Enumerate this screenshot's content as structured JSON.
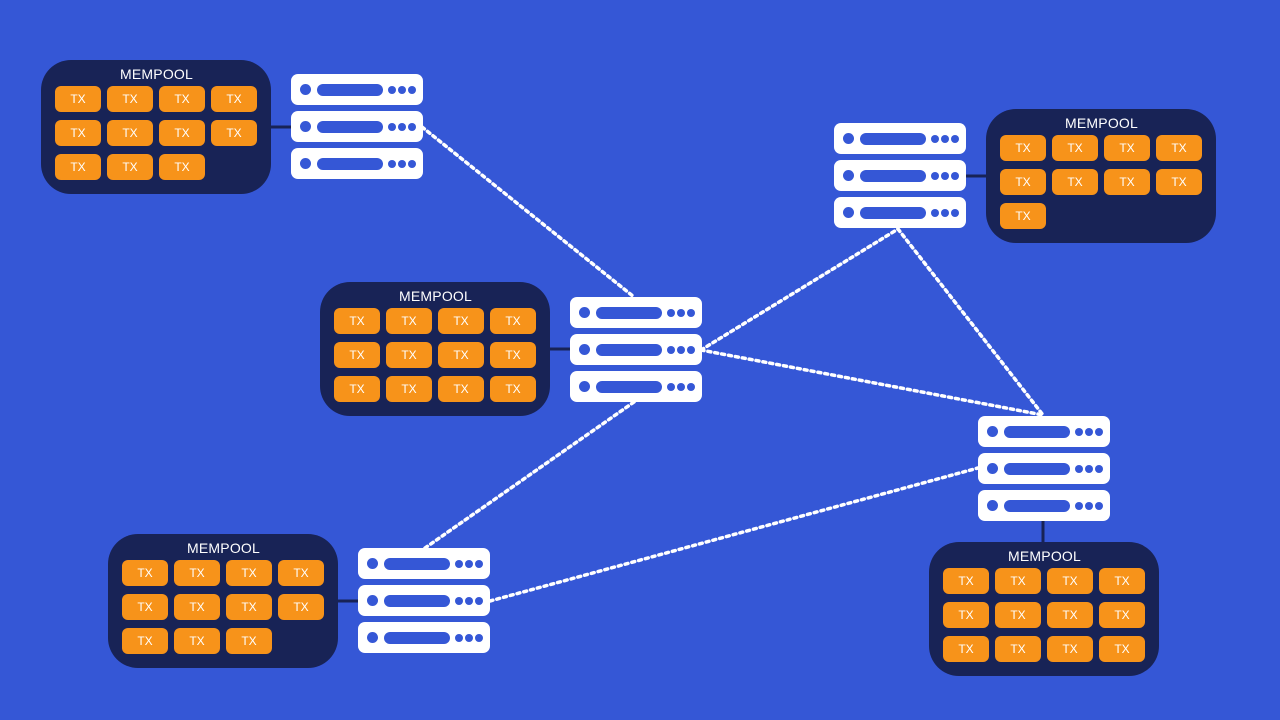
{
  "colors": {
    "background": "#3557D6",
    "mempool_fill": "#182356",
    "tx_fill": "#F7931A",
    "server_fill": "#FFFFFF",
    "link": "#FFFFFF"
  },
  "nodes": [
    {
      "id": "node-1",
      "mempool": {
        "title": "MEMPOOL",
        "transactions": [
          "TX",
          "TX",
          "TX",
          "TX",
          "TX",
          "TX",
          "TX",
          "TX",
          "TX",
          "TX",
          "TX"
        ]
      }
    },
    {
      "id": "node-2",
      "mempool": {
        "title": "MEMPOOL",
        "transactions": [
          "TX",
          "TX",
          "TX",
          "TX",
          "TX",
          "TX",
          "TX",
          "TX",
          "TX",
          "TX",
          "TX",
          "TX"
        ]
      }
    },
    {
      "id": "node-3",
      "mempool": {
        "title": "MEMPOOL",
        "transactions": [
          "TX",
          "TX",
          "TX",
          "TX",
          "TX",
          "TX",
          "TX",
          "TX",
          "TX",
          "TX",
          "TX"
        ]
      }
    },
    {
      "id": "node-4",
      "mempool": {
        "title": "MEMPOOL",
        "transactions": [
          "TX",
          "TX",
          "TX",
          "TX",
          "TX",
          "TX",
          "TX",
          "TX",
          "TX"
        ]
      }
    },
    {
      "id": "node-5",
      "mempool": {
        "title": "MEMPOOL",
        "transactions": [
          "TX",
          "TX",
          "TX",
          "TX",
          "TX",
          "TX",
          "TX",
          "TX",
          "TX",
          "TX",
          "TX",
          "TX"
        ]
      }
    }
  ],
  "connections": [
    [
      "node-1",
      "node-2"
    ],
    [
      "node-2",
      "node-3"
    ],
    [
      "node-2",
      "node-4"
    ],
    [
      "node-2",
      "node-5"
    ],
    [
      "node-4",
      "node-5"
    ],
    [
      "node-3",
      "node-5"
    ]
  ]
}
